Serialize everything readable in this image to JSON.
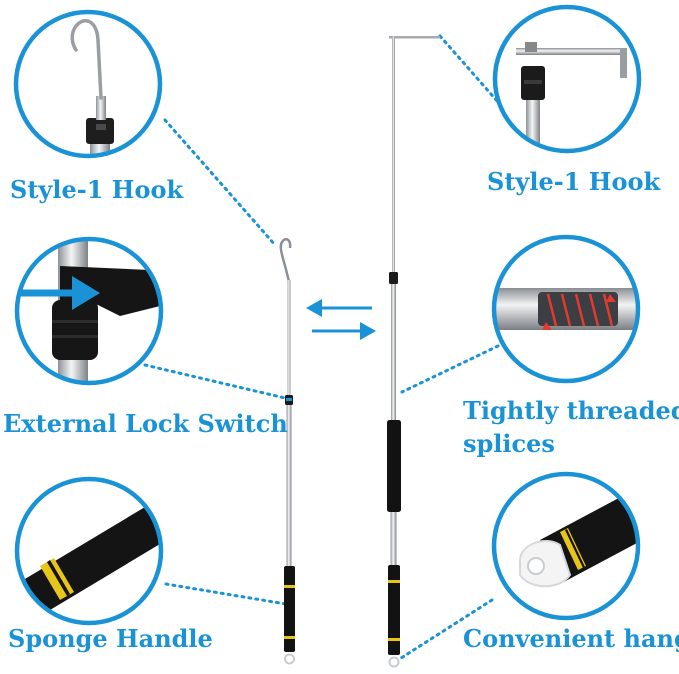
{
  "labels": {
    "hook_left": "Style-1 Hook",
    "hook_right": "Style-1 Hook",
    "lock_switch": "External Lock Switch",
    "threaded_line1": "Tightly threaded",
    "threaded_line2": "splices",
    "sponge_handle": "Sponge Handle",
    "convenient_hang": "Convenient hang"
  },
  "colors": {
    "accent": "#1a93d6",
    "handle_black": "#111111",
    "stripe_yellow": "#e8c51a",
    "pole_silver": "#c9ccd0"
  },
  "icons": {
    "left_arrow": "arrow-left-icon",
    "right_arrow": "arrow-right-icon"
  }
}
